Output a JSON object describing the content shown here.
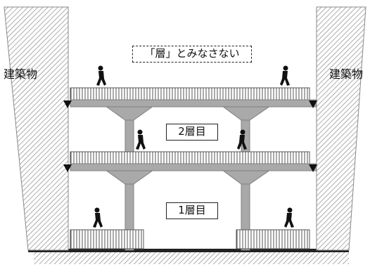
{
  "labels": {
    "left_building": "建築物",
    "right_building": "建築物",
    "top_note": "「層」とみなさない",
    "floor2": "2層目",
    "floor1": "1層目"
  },
  "colors": {
    "structure": "#a9a9a9",
    "structure_dark": "#7f7f7f",
    "hatch": "#8a8a8a",
    "railing": "#555555",
    "figure": "#111111"
  },
  "icons": [
    "person-icon",
    "arrow-down-icon"
  ]
}
